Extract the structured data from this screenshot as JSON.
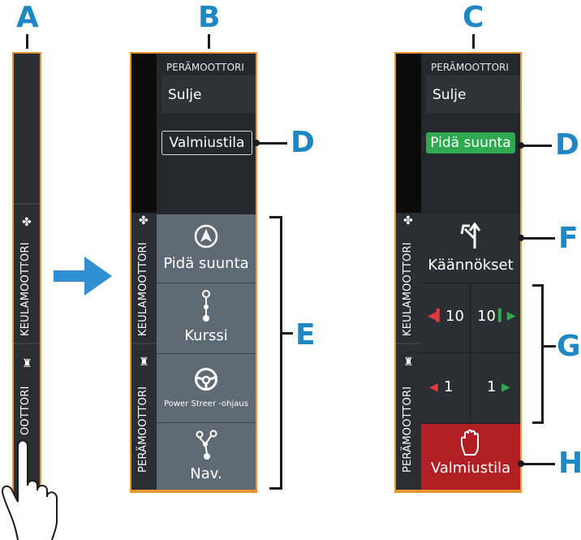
{
  "callouts": {
    "A": "A",
    "B": "B",
    "C": "C",
    "D": "D",
    "E": "E",
    "F": "F",
    "G": "G",
    "H": "H"
  },
  "panelA": {
    "side_tabs": [
      "KEULAMOOTTORI",
      "PERÄMOOTTORI"
    ],
    "visible_fragment": "OOTTORI"
  },
  "panelB": {
    "header": "PERÄMOOTTORI",
    "close": "Sulje",
    "status": "Valmiustila",
    "side_tabs": [
      "KEULAMOOTTORI",
      "PERÄMOOTTORI"
    ],
    "buttons": [
      {
        "label": "Pidä suunta",
        "icon": "compass-arrow-icon"
      },
      {
        "label": "Kurssi",
        "icon": "route-line-icon"
      },
      {
        "label": "Power Streer -ohjaus",
        "icon": "steering-wheel-icon"
      },
      {
        "label": "Nav.",
        "icon": "waypoint-route-icon"
      }
    ]
  },
  "panelC": {
    "header": "PERÄMOOTTORI",
    "close": "Sulje",
    "status": "Pidä suunta",
    "side_tabs": [
      "KEULAMOOTTORI",
      "PERÄMOOTTORI"
    ],
    "turns": "Käännökset",
    "step_large_left": "10",
    "step_large_right": "10",
    "step_small_left": "1",
    "step_small_right": "1",
    "standby": "Valmiustila"
  },
  "colors": {
    "accent": "#1f87c3",
    "frame": "#e8962f",
    "button": "#5f6b74",
    "active": "#2fa84f",
    "standby": "#b01f24",
    "arrow_left": "#e03a3a",
    "arrow_right": "#2fa84f"
  }
}
